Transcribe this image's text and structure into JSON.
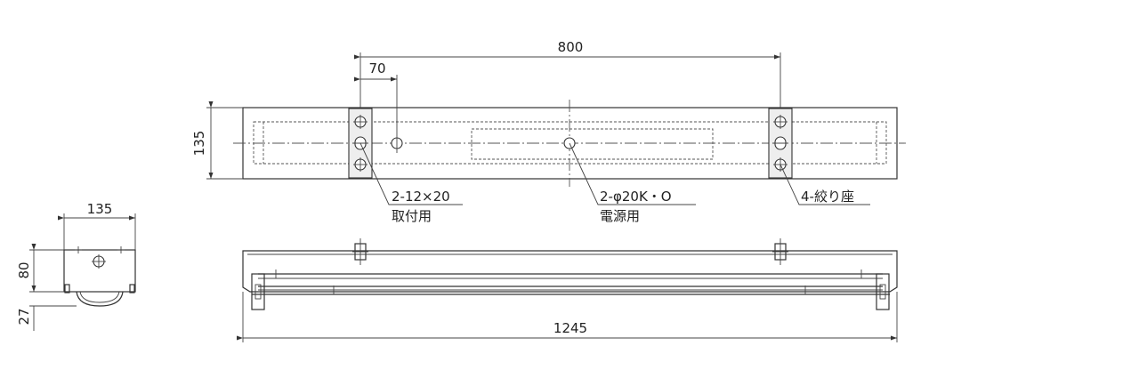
{
  "dimensions": {
    "top_span": "800",
    "top_offset": "70",
    "body_height": "135",
    "end_width": "135",
    "end_height": "80",
    "end_drop": "27",
    "overall_length": "1245"
  },
  "callouts": {
    "mount_holes": {
      "spec": "2-12×20",
      "purpose": "取付用"
    },
    "power_holes": {
      "spec": "2-φ20K・O",
      "purpose": "電源用"
    },
    "drawn_seats": {
      "spec": "4-絞り座"
    }
  }
}
